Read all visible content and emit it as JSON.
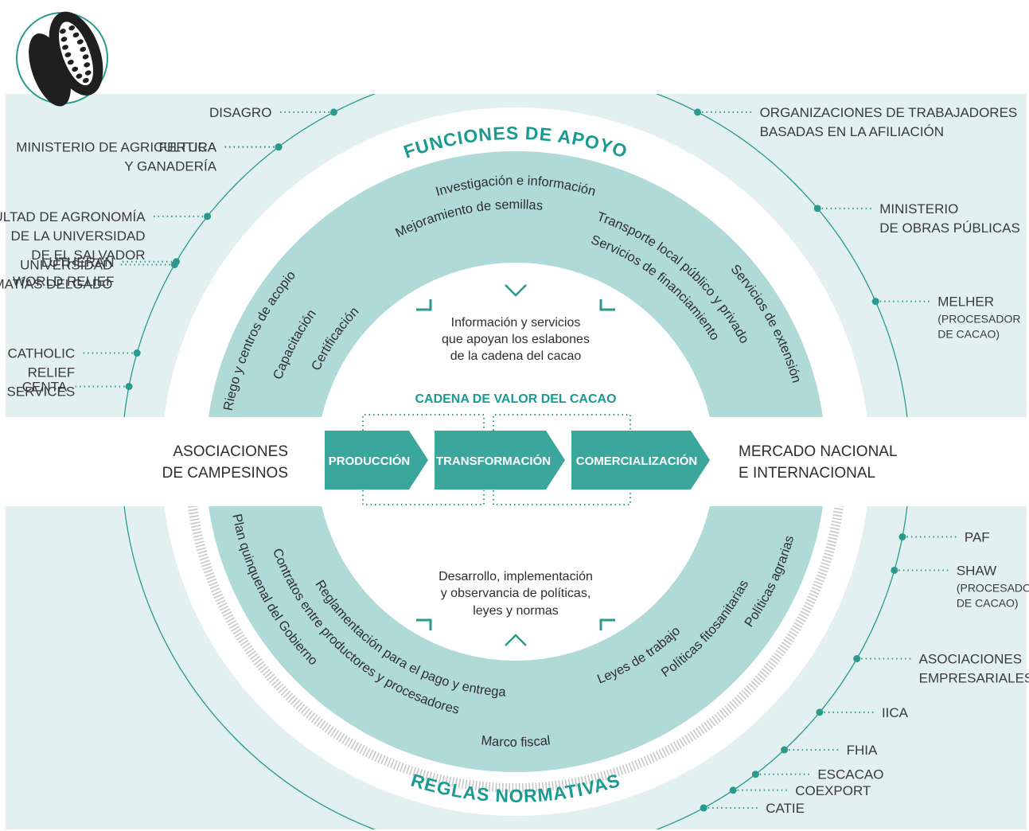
{
  "colors": {
    "accent": "#1a9a90",
    "band": "#b0dad8",
    "panel": "#e2f1f0",
    "arrow": "#3aa69c",
    "dot": "#2a9a8e"
  },
  "titles": {
    "top": "FUNCIONES DE APOYO",
    "bottom": "REGLAS NORMATIVAS",
    "chain": "CADENA DE VALOR DEL CACAO"
  },
  "chain": {
    "stages": [
      "PRODUCCIÓN",
      "TRANSFORMACIÓN",
      "COMERCIALIZACIÓN"
    ],
    "left": [
      "ASOCIACIONES",
      "DE CAMPESINOS"
    ],
    "right": [
      "MERCADO NACIONAL",
      "E INTERNACIONAL"
    ]
  },
  "top_center": [
    "Información y servicios",
    "que apoyan los eslabones",
    "de la cadena del cacao"
  ],
  "bottom_center": [
    "Desarrollo, implementación",
    "y observancia de políticas,",
    "leyes y normas"
  ],
  "support_functions": [
    "Investigación e información",
    "Mejoramiento de semillas",
    "Servicios de financiamiento",
    "Transporte local público y privado",
    "Servicios de extensión",
    "Riego y centros de acopio",
    "Capacitación",
    "Certificación"
  ],
  "rules": [
    "Plan quinquenal del Gobierno",
    "Contratos entre productores y procesadores",
    "Reglamentación para el pago y entrega",
    "Marco fiscal",
    "Leyes de trabajo",
    "Políticas fitosanitarias",
    "Políticas agrarias"
  ],
  "actors_top_left": [
    [
      "MINISTERIO DE AGRICULTURA",
      "Y GANADERÍA"
    ],
    [
      "UNIVERSIDAD",
      "MATÍAS DELGADO"
    ]
  ],
  "actors_top_right": [
    [
      "ORGANIZACIONES DE TRABAJADORES",
      "BASADAS EN LA AFILIACIÓN"
    ],
    [
      "MINISTERIO",
      "DE OBRAS PÚBLICAS"
    ],
    [
      "MELHER",
      "(PROCESADOR",
      "DE CACAO)"
    ]
  ],
  "actors_bottom_left": [
    [
      "CENTA"
    ],
    [
      "CATHOLIC",
      "RELIEF",
      "SERVICES"
    ],
    [
      "LUTHERAN",
      "WORLD RELIEF"
    ],
    [
      "FACULTAD DE AGRONOMÍA",
      "DE LA UNIVERSIDAD",
      "DE EL SALVADOR"
    ],
    [
      "FERTICA"
    ],
    [
      "DISAGRO"
    ]
  ],
  "actors_bottom_right": [
    [
      "PAF"
    ],
    [
      "SHAW",
      "(PROCESADOR",
      "DE CACAO)"
    ],
    [
      "ASOCIACIONES",
      "EMPRESARIALES"
    ],
    [
      "IICA"
    ],
    [
      "FHIA"
    ],
    [
      "ESCACAO"
    ],
    [
      "COEXPORT"
    ],
    [
      "CATIE"
    ]
  ],
  "icons": [
    "cacao-pod-icon",
    "chevron-down-icon",
    "chevron-up-icon"
  ]
}
